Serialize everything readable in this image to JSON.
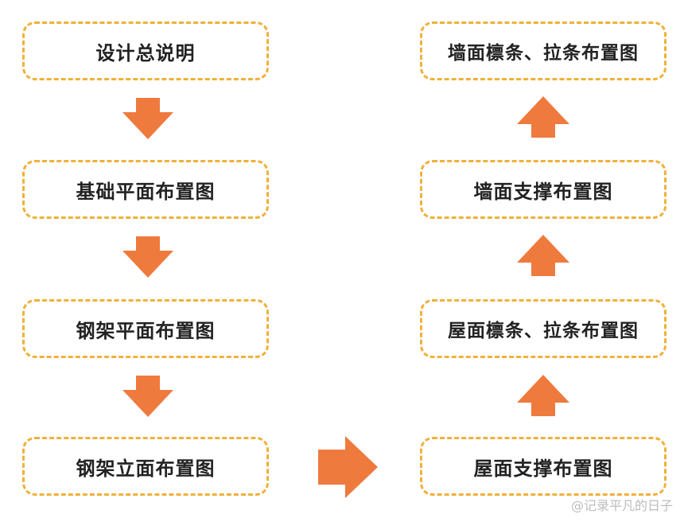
{
  "diagram": {
    "colors": {
      "border": "#f0b13a",
      "arrow": "#ef7a3e",
      "text": "#222222"
    },
    "left_column": [
      {
        "label": "设计总说明"
      },
      {
        "label": "基础平面布置图"
      },
      {
        "label": "钢架平面布置图"
      },
      {
        "label": "钢架立面布置图"
      }
    ],
    "right_column": [
      {
        "label": "墙面檩条、拉条布置图"
      },
      {
        "label": "墙面支撑布置图"
      },
      {
        "label": "屋面檩条、拉条布置图"
      },
      {
        "label": "屋面支撑布置图"
      }
    ],
    "flow": "设计总说明 → 基础平面布置图 → 钢架平面布置图 → 钢架立面布置图 → 屋面支撑布置图 → 屋面檩条、拉条布置图 → 墙面支撑布置图 → 墙面檩条、拉条布置图"
  },
  "watermark": "@记录平凡的日子"
}
